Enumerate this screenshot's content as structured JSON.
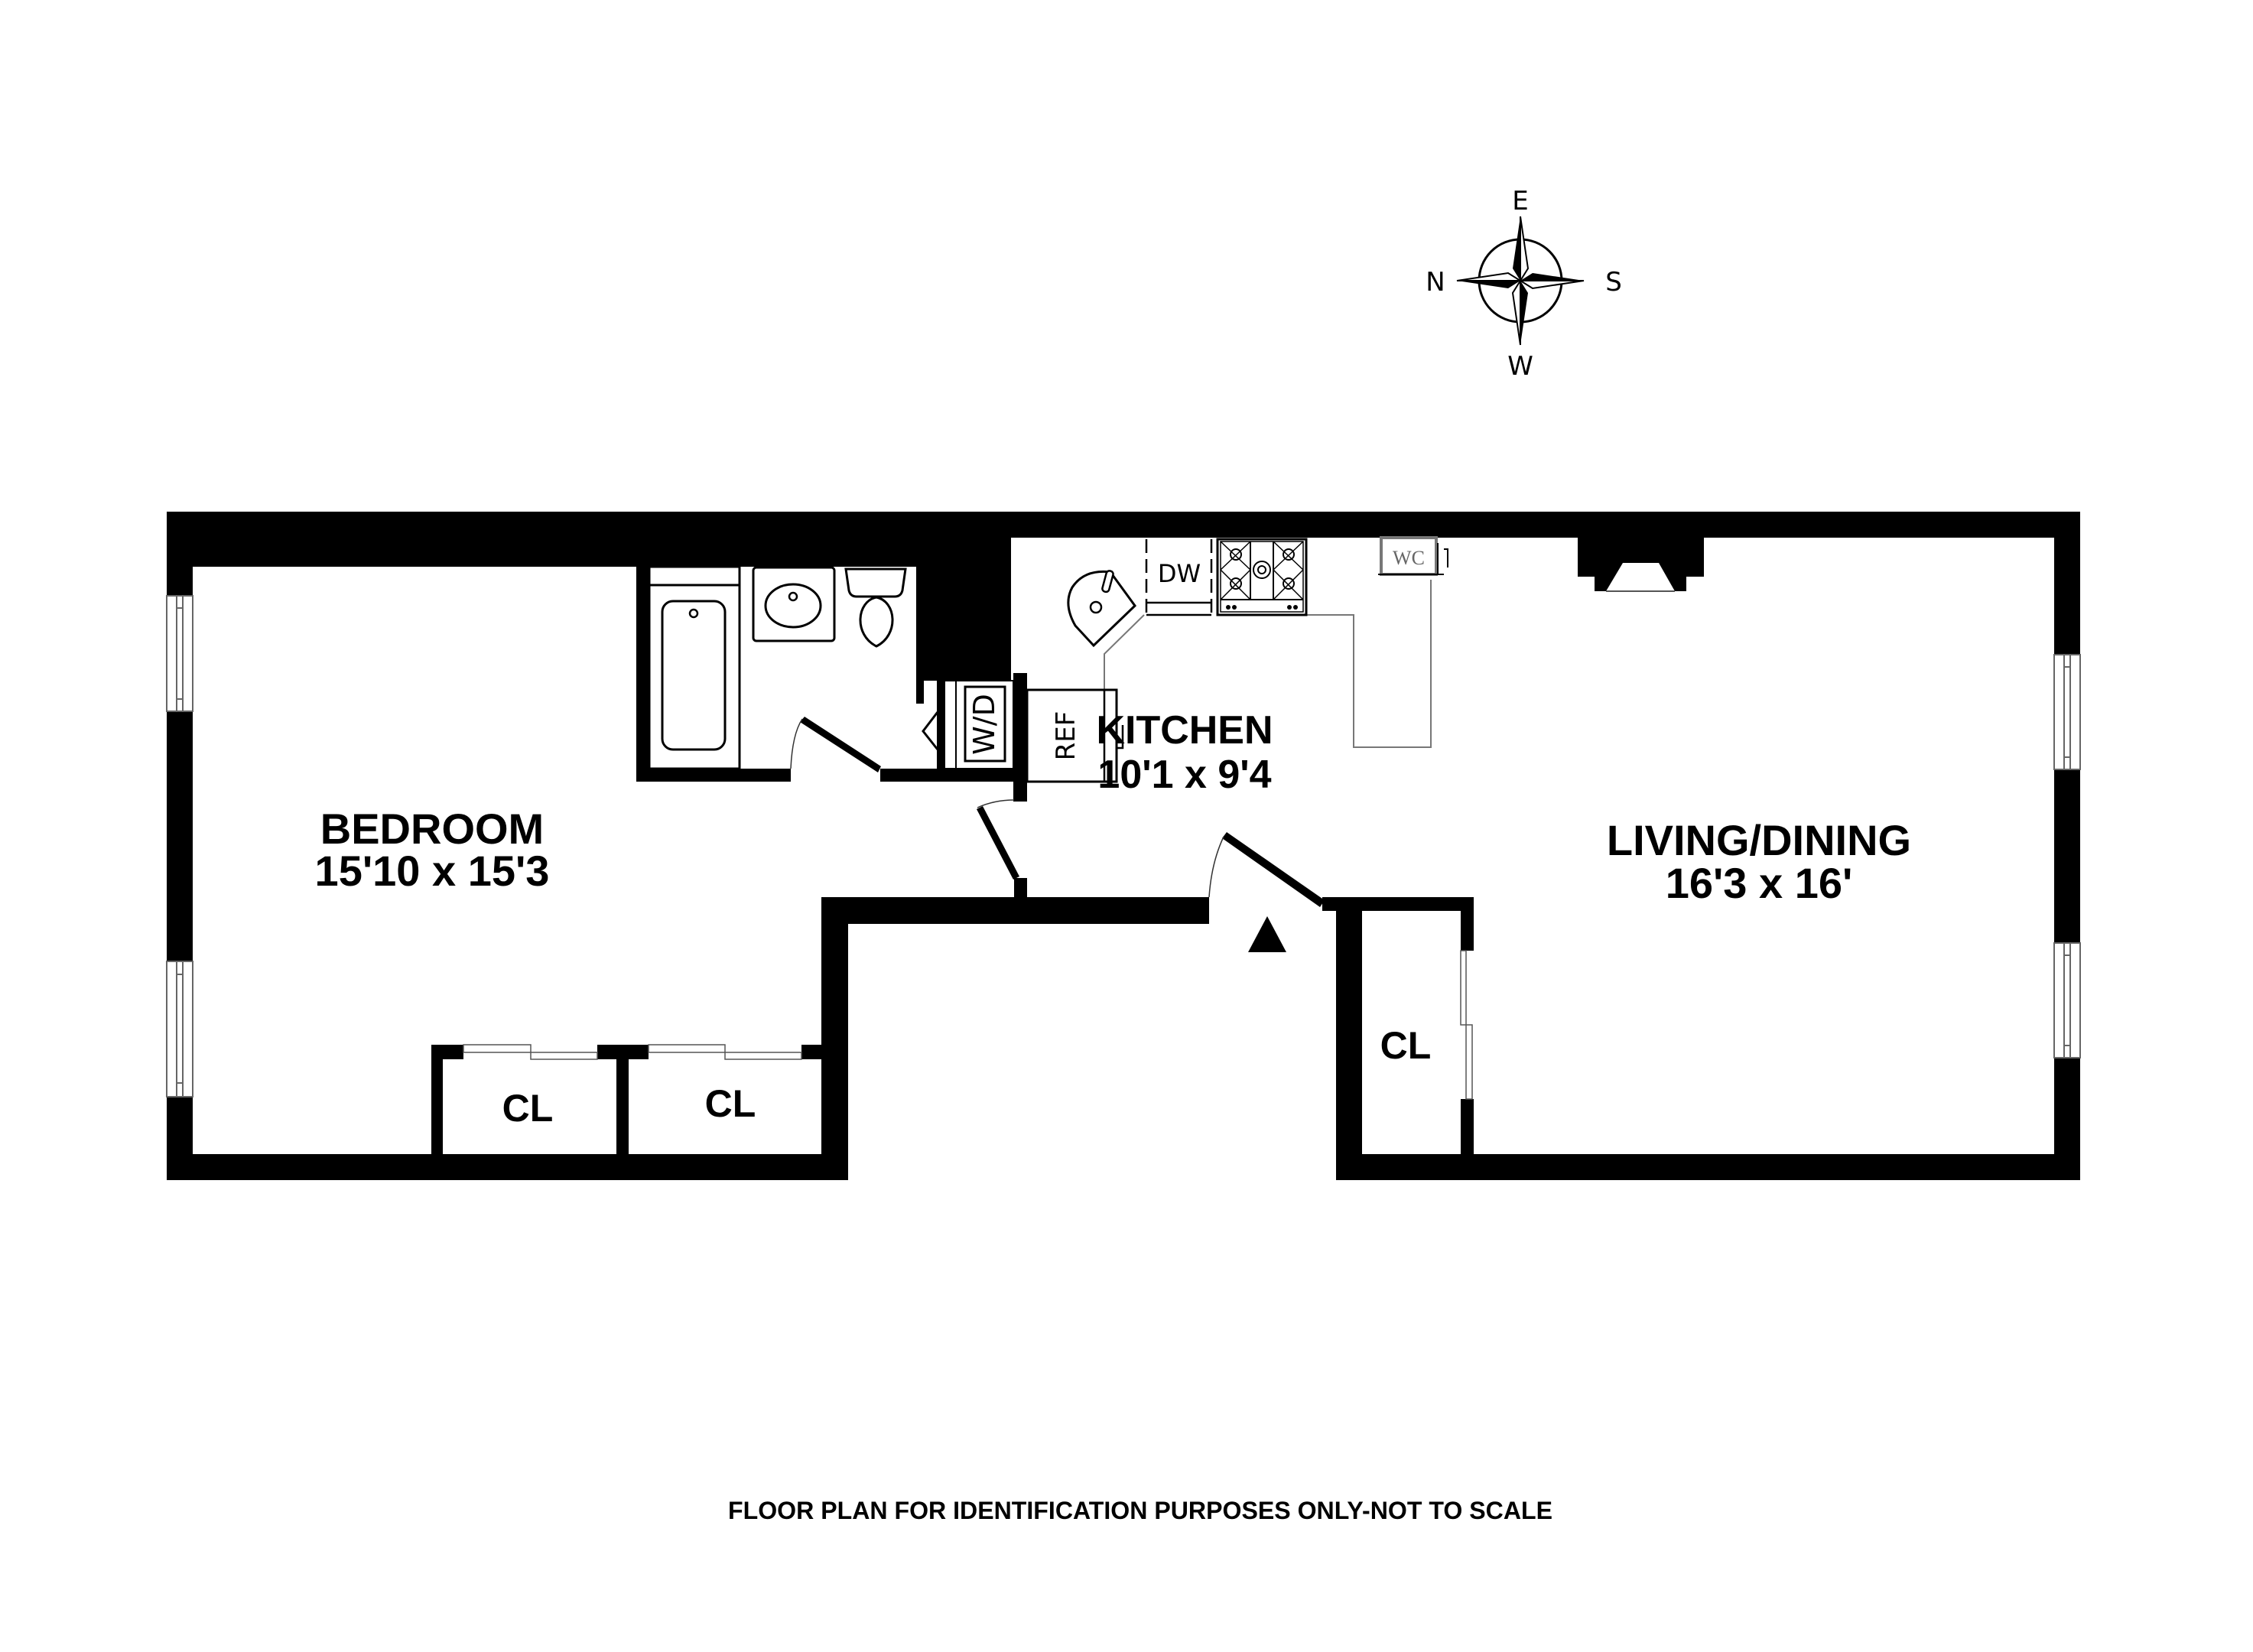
{
  "compass": {
    "north": "N",
    "south": "S",
    "east": "E",
    "west": "W"
  },
  "rooms": {
    "bedroom": {
      "name": "BEDROOM",
      "dimensions": "15'10 x 15'3"
    },
    "kitchen": {
      "name": "KITCHEN",
      "dimensions": "10'1 x 9'4"
    },
    "living": {
      "name": "LIVING/DINING",
      "dimensions": "16'3 x 16'"
    },
    "closets": [
      "CL",
      "CL",
      "CL"
    ]
  },
  "fixtures": {
    "dishwasher": "DW",
    "refrigerator": "REF",
    "washer_dryer": "W/D",
    "wc": "WC"
  },
  "footer": {
    "disclaimer": "FLOOR PLAN FOR IDENTIFICATION PURPOSES ONLY-NOT TO SCALE"
  },
  "colors": {
    "wall": "#000000",
    "background": "#ffffff",
    "fixture_gray": "#777777"
  }
}
